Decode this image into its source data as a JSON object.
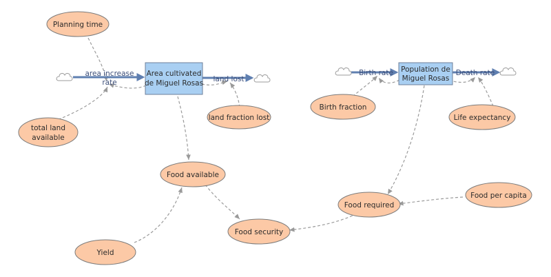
{
  "stocks": {
    "area_cultivated": [
      "Area cultivated",
      "de Miguel Rosas"
    ],
    "population": [
      "Population de",
      "Miguel Rosas"
    ]
  },
  "flows": {
    "area_increase": [
      "area increase",
      "rate"
    ],
    "land_lost": "land lost",
    "birth_rate": "Birth rate",
    "death_rate": "Death rate"
  },
  "variables": {
    "planning_time": "Planning time",
    "total_land": [
      "total land",
      "available"
    ],
    "land_fraction_lost": "land fraction lost",
    "food_available": "Food available",
    "yield": "Yield",
    "food_security": "Food security",
    "food_required": "Food required",
    "food_per_capita": "Food per capita",
    "birth_fraction": "Birth fraction",
    "life_expectancy": "Life expectancy"
  },
  "colors": {
    "stock_fill": "#a9cff2",
    "auxiliary_fill": "#fcc9a6",
    "flow_arrow": "#5f7fb0",
    "link_line": "#9a9a9a"
  }
}
